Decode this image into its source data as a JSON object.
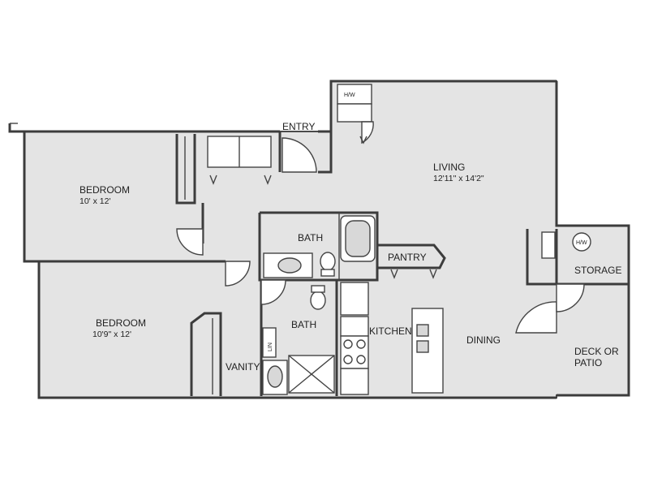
{
  "plan": {
    "colors": {
      "floor": "#e4e4e4",
      "wall": "#3c3c3c",
      "background": "#ffffff"
    },
    "rooms": {
      "entry": {
        "label": "ENTRY"
      },
      "living": {
        "label": "LIVING",
        "dims": "12'11\" x 14'2\""
      },
      "bedroom1": {
        "label": "BEDROOM",
        "dims": "10' x 12'"
      },
      "bedroom2": {
        "label": "BEDROOM",
        "dims": "10'9\" x 12'"
      },
      "bath1": {
        "label": "BATH"
      },
      "bath2": {
        "label": "BATH"
      },
      "pantry": {
        "label": "PANTRY"
      },
      "kitchen": {
        "label": "KITCHEN"
      },
      "dining": {
        "label": "DINING"
      },
      "storage": {
        "label": "STORAGE"
      },
      "deck": {
        "label_line1": "DECK OR",
        "label_line2": "PATIO"
      },
      "vanity": {
        "label": "VANITY"
      },
      "linen": {
        "label": "LIN"
      }
    },
    "fixtures": {
      "hw_top": "H/W",
      "hw_storage": "H/W"
    }
  }
}
